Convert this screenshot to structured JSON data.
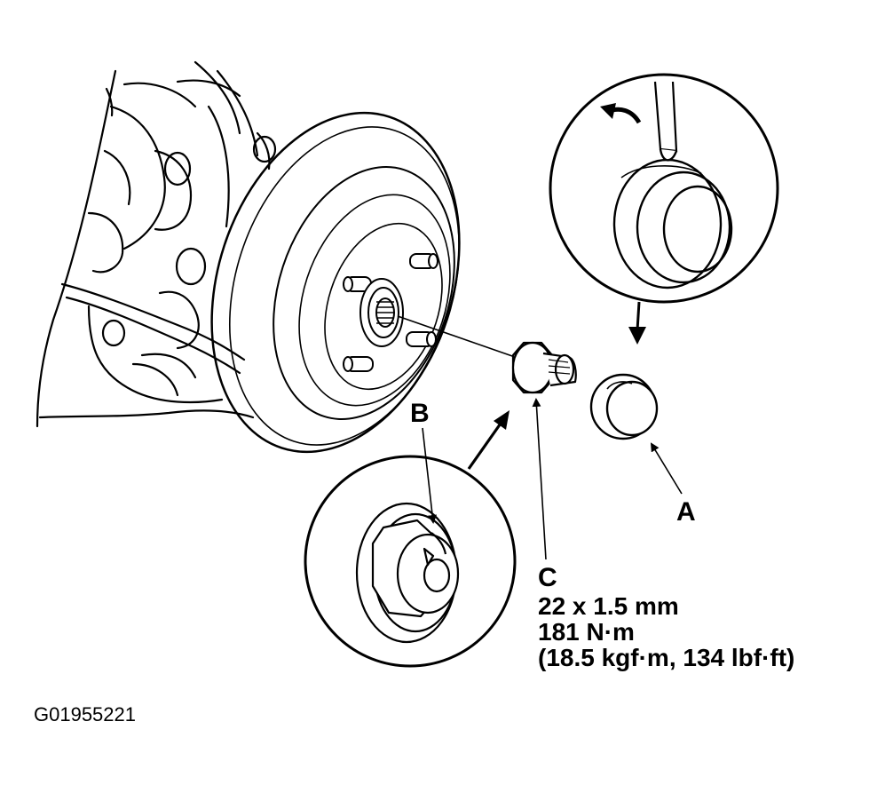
{
  "diagram": {
    "callouts": {
      "a": "A",
      "b": "B",
      "c": "C"
    },
    "spec_lines": [
      "22 x 1.5 mm",
      "181 N·m",
      "(18.5 kgf·m, 134 lbf·ft)"
    ],
    "figure_id": "G01955221",
    "colors": {
      "ink": "#000000",
      "paper": "#ffffff"
    }
  }
}
